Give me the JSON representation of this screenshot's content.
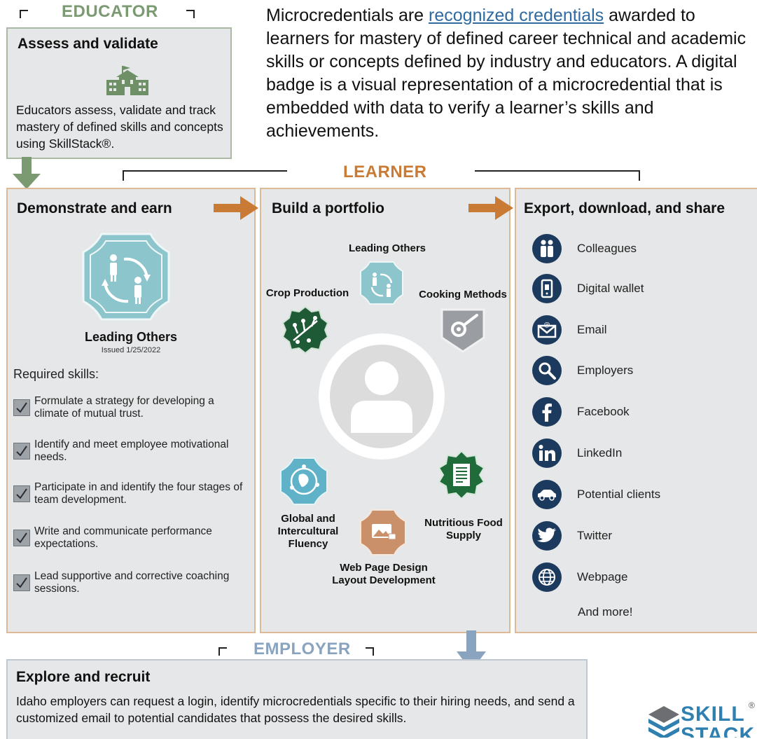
{
  "educator": {
    "section_label": "EDUCATOR",
    "title": "Assess and validate",
    "icon": "school-building-icon",
    "description": "Educators assess, validate and track mastery of defined skills and concepts using SkillStack®."
  },
  "intro": {
    "text_before_link": "Microcredentials are ",
    "link_text": "recognized credentials",
    "text_after_link": " awarded to learners for mastery of defined career technical and academic skills or concepts defined by industry and educators. A digital badge is a visual representation of a microcredential that is embedded with data to verify a learner’s skills and achievements."
  },
  "learner": {
    "section_label": "LEARNER",
    "demonstrate": {
      "title": "Demonstrate and earn",
      "badge_name": "Leading Others",
      "issued": "Issued 1/25/2022",
      "required_label": "Required skills:",
      "skills": [
        "Formulate a strategy for developing a climate of mutual trust.",
        "Identify and meet employee motivational needs.",
        "Participate in and identify the four stages of team development.",
        "Write and communicate performance expectations.",
        "Lead supportive and corrective coaching sessions."
      ]
    },
    "portfolio": {
      "title": "Build a portfolio",
      "badges": [
        {
          "label": "Leading Others",
          "icon": "leading-others-badge-icon"
        },
        {
          "label": "Crop Production",
          "icon": "crop-production-badge-icon"
        },
        {
          "label": "Cooking Methods",
          "icon": "cooking-methods-badge-icon"
        },
        {
          "label": "Global and Intercultural Fluency",
          "label_lines": [
            "Global and",
            "Intercultural",
            "Fluency"
          ],
          "icon": "global-fluency-badge-icon"
        },
        {
          "label": "Web Page Design Layout Development",
          "label_lines": [
            "Web Page Design",
            "Layout Development"
          ],
          "icon": "web-design-badge-icon"
        },
        {
          "label": "Nutritious Food Supply",
          "label_lines": [
            "Nutritious Food",
            "Supply"
          ],
          "icon": "nutritious-food-badge-icon"
        }
      ]
    },
    "share": {
      "title": "Export, download, and share",
      "items": [
        {
          "label": "Colleagues",
          "icon": "colleagues-icon"
        },
        {
          "label": "Digital wallet",
          "icon": "digital-wallet-icon"
        },
        {
          "label": "Email",
          "icon": "email-icon"
        },
        {
          "label": "Employers",
          "icon": "magnifier-icon"
        },
        {
          "label": "Facebook",
          "icon": "facebook-icon"
        },
        {
          "label": "LinkedIn",
          "icon": "linkedin-icon"
        },
        {
          "label": "Potential clients",
          "icon": "car-icon"
        },
        {
          "label": "Twitter",
          "icon": "twitter-icon"
        },
        {
          "label": "Webpage",
          "icon": "globe-icon"
        }
      ],
      "more": "And more!"
    }
  },
  "employer": {
    "section_label": "EMPLOYER",
    "title": "Explore and recruit",
    "description": "Idaho employers can request a login, identify microcredentials specific to their hiring needs, and send a customized email to potential candidates that possess the desired skills."
  },
  "logo": {
    "icon": "skillstack-logo",
    "text_top": "SKILL",
    "text_bottom": "STACK",
    "mark": "®"
  },
  "colors": {
    "educator": "#7b9a72",
    "learner": "#c97b36",
    "employer": "#8aa4bf",
    "box_bg": "#e6e7e8",
    "share_icon": "#1c3a5e",
    "badge_teal": "#8cc5cc"
  }
}
